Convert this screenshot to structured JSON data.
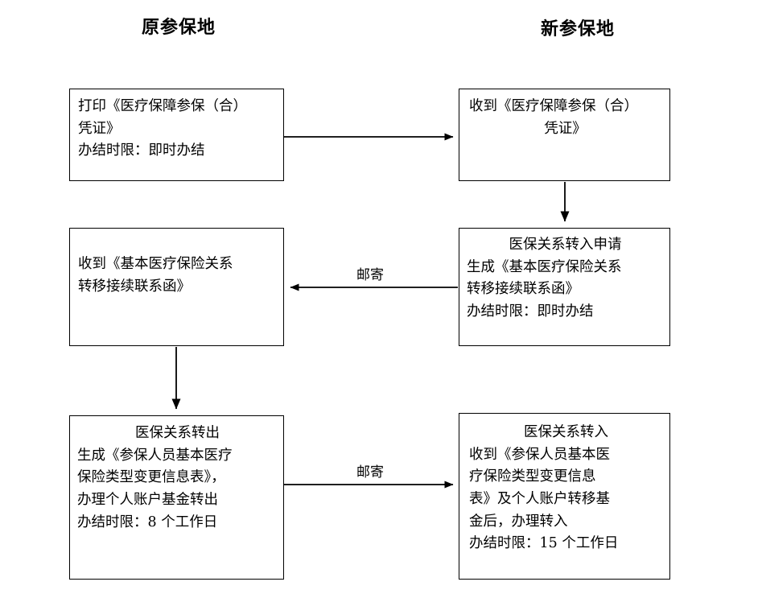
{
  "diagram": {
    "title_left": "原参保地",
    "title_right": "新参保地",
    "nodes": {
      "print_cert": {
        "name": "打印医疗保障参保（合）凭证",
        "lines": [
          "打印《医疗保障参保（合）",
          "凭证》",
          "办结时限：即时办结"
        ]
      },
      "recv_cert": {
        "name": "收到医疗保障参保（合）凭证",
        "lines": [
          "收到《医疗保障参保（合）",
          "凭证》"
        ]
      },
      "recv_letter": {
        "name": "收到基本医疗保险关系转移接续联系函",
        "lines": [
          "收到《基本医疗保险关系",
          "转移接续联系函》"
        ]
      },
      "transfer_in_apply": {
        "name": "医保关系转入申请",
        "lines": [
          "医保关系转入申请",
          "生成《基本医疗保险关系",
          "转移接续联系函》",
          "办结时限：即时办结"
        ]
      },
      "transfer_out": {
        "name": "医保关系转出",
        "lines": [
          "医保关系转出",
          "生成《参保人员基本医疗",
          "保险类型变更信息表》，",
          "办理个人账户基金转出",
          "办结时限：8 个工作日"
        ]
      },
      "transfer_in": {
        "name": "医保关系转入",
        "lines": [
          "医保关系转入",
          "收到《参保人员基本医",
          "疗保险类型变更信息",
          "表》及个人账户转移基",
          "金后，办理转入",
          "办结时限：15 个工作日"
        ]
      }
    },
    "edges": [
      {
        "id": "print-to-recv-cert",
        "label": "",
        "direction": "right"
      },
      {
        "id": "recv-cert-to-apply",
        "label": "",
        "direction": "down"
      },
      {
        "id": "apply-to-recv-letter",
        "label": "邮寄",
        "direction": "left"
      },
      {
        "id": "recv-letter-to-transfer-out",
        "label": "",
        "direction": "down"
      },
      {
        "id": "transfer-out-to-transfer-in",
        "label": "邮寄",
        "direction": "right"
      }
    ],
    "colors": {
      "stroke": "#000000",
      "background": "#ffffff",
      "text": "#000000"
    }
  }
}
